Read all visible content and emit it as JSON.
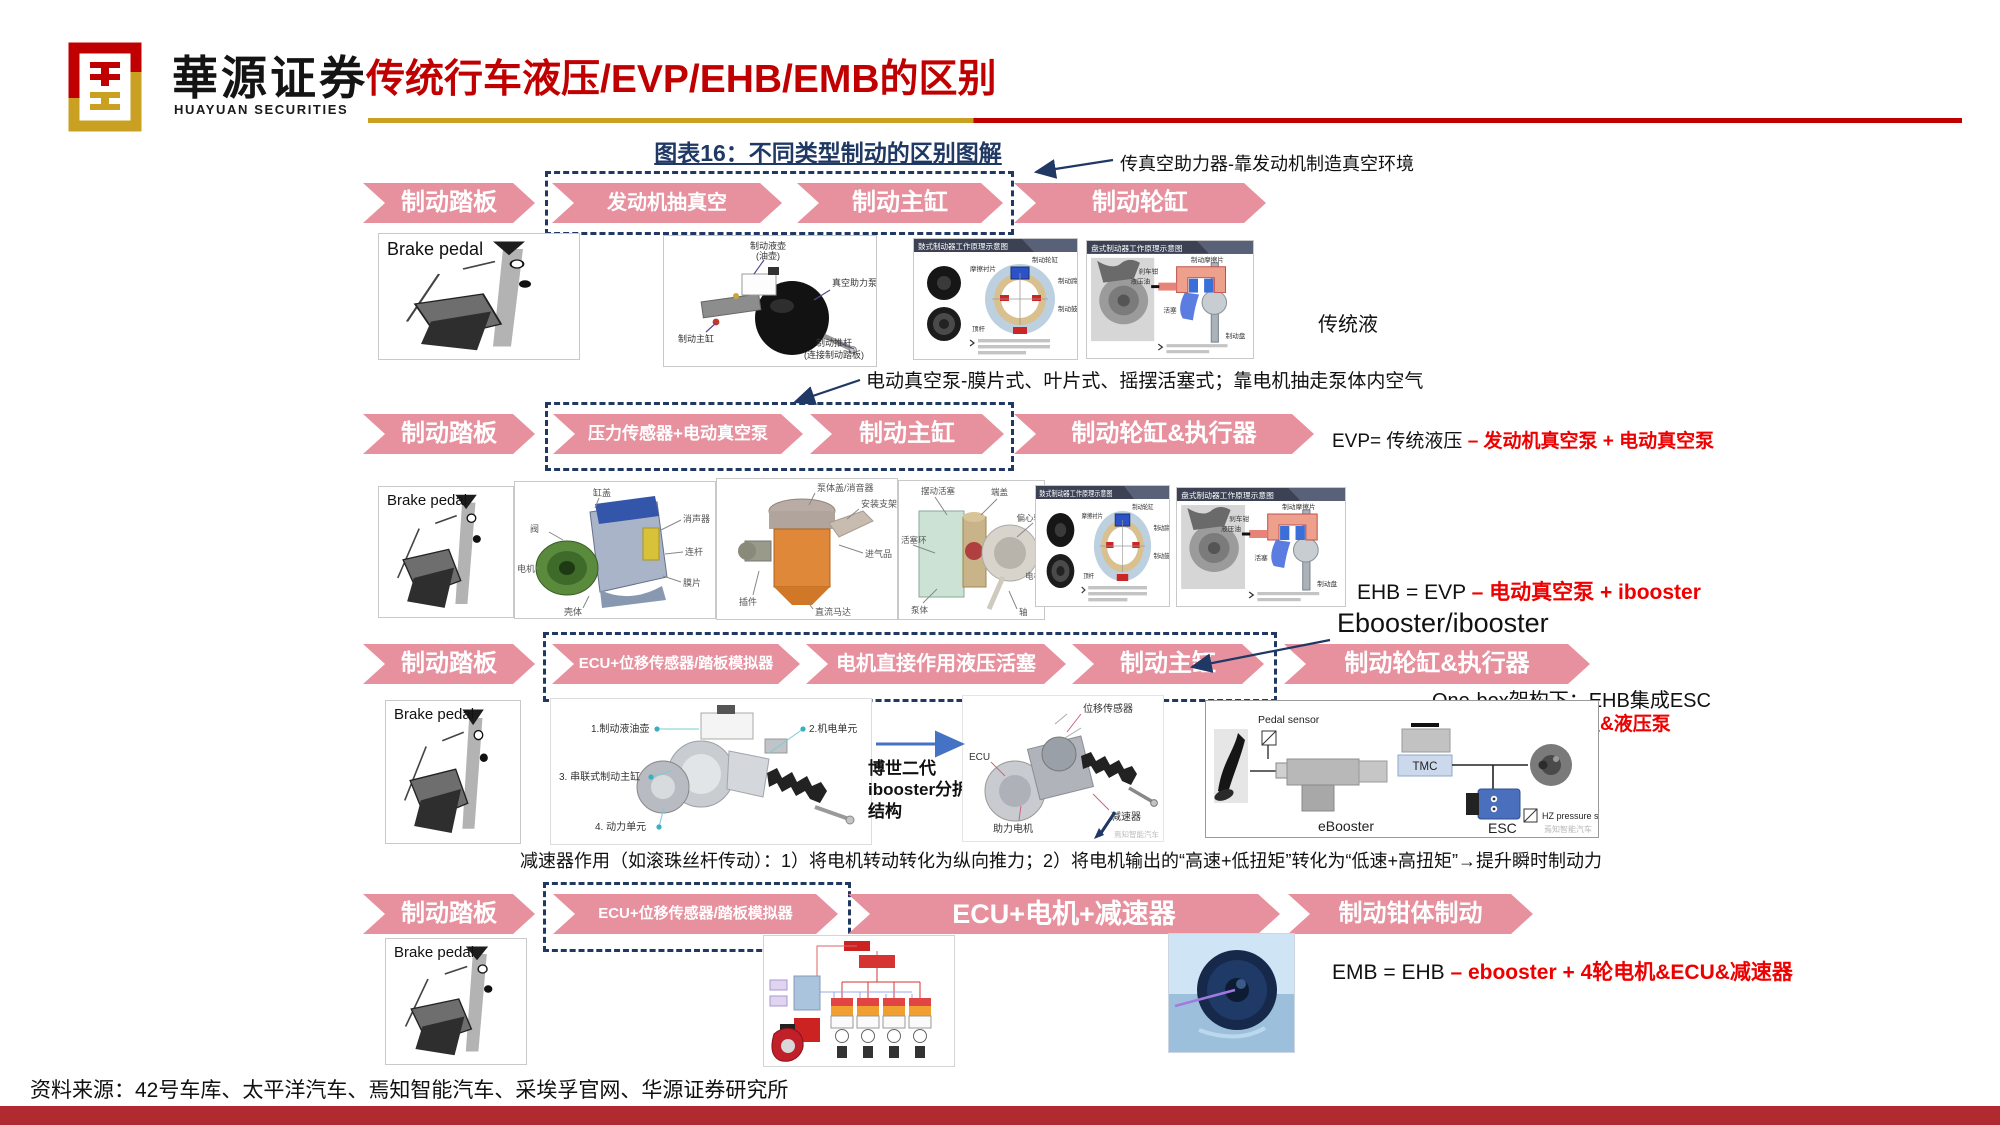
{
  "header": {
    "logo_cn": "華源证券",
    "logo_en": "HUAYUAN SECURITIES",
    "title": "传统行车液压/EVP/EHB/EMB的区别",
    "subtitle": "图表16：不同类型制动的区别图解"
  },
  "flows": {
    "row1": [
      "制动踏板",
      "发动机抽真空",
      "制动主缸",
      "制动轮缸"
    ],
    "row2": [
      "制动踏板",
      "压力传感器+电动真空泵",
      "制动主缸",
      "制动轮缸&执行器"
    ],
    "row3": [
      "制动踏板",
      "ECU+位移传感器/踏板模拟器",
      "电机直接作用液压活塞",
      "制动主缸",
      "制动轮缸&执行器"
    ],
    "row4": [
      "制动踏板",
      "ECU+位移传感器/踏板模拟器",
      "ECU+电机+减速器",
      "制动钳体制动"
    ]
  },
  "annotations": {
    "vacuum_booster_note": "传真空助力器-靠发动机制造真空环境",
    "evp_pump_note": "电动真空泵-膜片式、叶片式、摇摆活塞式；靠电机抽走泵体内空气",
    "traditional_fluid": "传统液",
    "ebooster_label": "Ebooster/ibooster",
    "onebox_line1": "One-box架构下：EHB集成ESC",
    "onebox_line2": "引入高速电磁阀组&液压泵",
    "reducer_note": "减速器作用（如滚珠丝杆传动）：1）将电机转动转化为纵向推力；2）将电机输出的“高速+低扭矩”转化为“低速+高扭矩”→提升瞬时制动力"
  },
  "formulas": {
    "evp_black": "EVP= 传统液压 ",
    "evp_red": "– 发动机真空泵 + 电动真空泵",
    "ehb_black": "EHB = EVP ",
    "ehb_red": "– 电动真空泵 + ibooster",
    "emb_black": "EMB = EHB ",
    "emb_red": "– ebooster + 4轮电机&ECU&减速器"
  },
  "images": {
    "pedal_caption": "Brake pedal",
    "booster": {
      "l1": "制动液壶",
      "l2": "(油壶)",
      "l3": "真空助力泵",
      "l4": "制动主缸",
      "l5": "制动推杆",
      "l6": "(连接制动踏板)"
    },
    "drum": {
      "title": "鼓式制动器工作原理示意图",
      "l1": "制动轮缸",
      "l2": "摩擦衬片",
      "l3": "制动蹄",
      "l4": "制动鼓",
      "l5": "顶杆"
    },
    "disc": {
      "title": "盘式制动器工作原理示意图",
      "l1": "制动摩擦片",
      "l2": "刹车钳",
      "l3": "液压油",
      "l4": "活塞",
      "l5": "制动盘"
    },
    "pump_diaphragm": {
      "l1": "缸盖",
      "l2": "阀",
      "l3": "电机",
      "l4": "壳体",
      "l5": "消声器",
      "l6": "连杆",
      "l7": "膜片"
    },
    "pump_vane": {
      "l1": "泵体盖/消音器",
      "l2": "安装支架",
      "l3": "进气品",
      "l4": "插件",
      "l5": "直流马达"
    },
    "pump_piston": {
      "l1": "摆动活塞",
      "l2": "端盖",
      "l3": "偏心轮",
      "l4": "活塞环",
      "l5": "泵体",
      "l6": "轴",
      "l7": "电机"
    },
    "ibooster": {
      "l1": "1.制动液油壶",
      "l2": "2.机电单元",
      "l3": "3. 串联式制动主缸",
      "l4": "4. 动力单元",
      "caption": "博世二代ibooster分拆结构"
    },
    "ecu_unit": {
      "l1": "位移传感器",
      "l2": "ECU",
      "l3": "助力电机",
      "l4": "减速器",
      "watermark": "焉知智能汽车"
    },
    "onebox": {
      "l1": "Pedal sensor",
      "l2": "TMC",
      "l3": "eBooster",
      "l4": "ESC",
      "l5": "HZ pressure sensor",
      "watermark": "焉知智能汽车"
    }
  },
  "footer": {
    "source": "资料来源：42号车库、太平洋汽车、焉知智能汽车、采埃孚官网、华源证券研究所"
  },
  "colors": {
    "accent_red": "#c00000",
    "chevron_pink": "#e7909e",
    "navy": "#1f3864",
    "gold": "#c9a021",
    "bottom_bar": "#b02a30",
    "formula_red": "#ee0000"
  }
}
